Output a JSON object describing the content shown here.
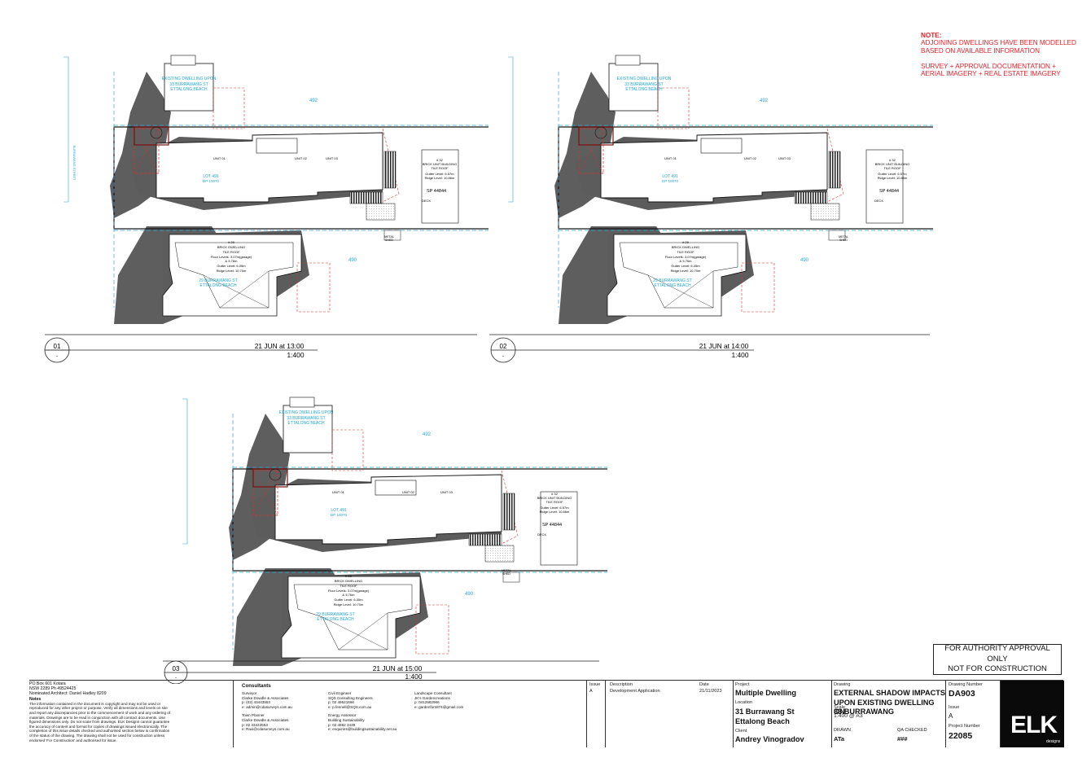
{
  "notes": {
    "heading": "NOTE",
    "line1": "ADJOINING DWELLINGS HAVE BEEN MODELLED",
    "line2": "BASED ON AVAILABLE INFORMATION",
    "line3": "SURVEY + APPROVAL DOCUMENTATION +",
    "line4": "AERIAL IMAGERY + REAL ESTATE IMAGERY"
  },
  "views": [
    {
      "number": "01",
      "title": "21 JUN at 13:00",
      "scale": "1:400"
    },
    {
      "number": "02",
      "title": "21 JUN at 14:00",
      "scale": "1:400"
    },
    {
      "number": "03",
      "title": "21 JUN at 15:00",
      "scale": "1:400"
    }
  ],
  "plan_labels": {
    "north_house_1": "EXISTING DWELLING UPON",
    "north_house_2": "33 BURRAWANG ST",
    "north_house_3": "ETTALONG BEACH",
    "north_lot": "492",
    "south_lot": "490",
    "unit1": "UNIT 01",
    "unit2": "UNIT 02",
    "unit3": "UNIT 03",
    "lot_a": "LOT 491",
    "lot_b": "DP 10070",
    "brick1": "# 32",
    "brick2": "BRICK UNIT BUILDING",
    "brick3": "TILE ROOF",
    "brick4": "Gutter Level: 6.57m",
    "brick5": "Ridge Level: 10.86m",
    "sp": "SP 44844",
    "deck": "DECK",
    "metal1": "METAL",
    "metal2": "SHED",
    "south1": "# 29",
    "south2": "BRICK DWELLING",
    "south3": "TILE ROOF",
    "south4": "Floor Levels: 3.07m(garage)",
    "south5": "& 5.76m",
    "south6": "Gutter Level: 6.05m",
    "south7": "Ridge Level: 10.70m",
    "south8": "29 BURRAWANG ST",
    "south9": "ETTALONG BEACH",
    "street": "BURRAWANG STREET"
  },
  "authority": {
    "line1": "FOR AUTHORITY APPROVAL ONLY",
    "line2": "NOT FOR CONSTRUCTION"
  },
  "title_block": {
    "address1": "PO Box 601 Kotara",
    "address2": "NSW 2289 Ph 49524425",
    "architect": "Nominated Architect: Daniel Hadley 8209",
    "notes_heading": "Notes",
    "notes_body": "The information contained in the document is copyright and may not be used or reproduced for any other project or purpose. Verify all dimensions and levels on site and report any discrepancies prior to the commencement of work and any ordering of materials. Drawings are to be read in conjunction with all contract documents. Use figured dimensions only. Do not scale from drawings. ELK Designs cannot guarantee the accuracy of content and format for copies of drawings issued electronically. The completion of this issue details checked and authorised section below is confirmation of the status of the drawing. The drawing shall not be used for construction unless endorsed 'For Construction' and authorised for issue.",
    "consultants_heading": "Consultants",
    "surveyor_role": "Surveyor",
    "surveyor_name": "Clarke Dowdle & Associates",
    "surveyor_p": "p: (02) 43443553",
    "surveyor_e": "e: admin@cdasurveys.com.au",
    "planner_role": "Town Planner",
    "planner_name": "Clarke Dowdle & Associates",
    "planner_p": "p: 02 43443553",
    "planner_e": "e: Ravi@cdasurveys.com.au",
    "civil_role": "Civil Engineer",
    "civil_name": "SQS Consulting Engineers",
    "civil_p": "p: 02 49521666",
    "civil_e": "e: p.fennell@SQS.com.au",
    "energy_role": "Energy Assessor",
    "energy_name": "Building Sustainability",
    "energy_p": "p: 02 4962 3439",
    "energy_e": "e: enquiries@buildingsustainability.net.au",
    "landscape_role": "Landscape Consultant",
    "landscape_name": "JK's Gardencreations",
    "landscape_p": "p: 0412582966",
    "landscape_e": "e: gardenfors874@gmail.com",
    "issue_head": "Issue",
    "desc_head": "Description",
    "date_head": "Date",
    "issue_val": "A",
    "desc_val": "Development Application",
    "date_val": "21/11/2023",
    "project_label": "Project",
    "project_val": "Multiple Dwelling",
    "location_label": "Location",
    "location_val1": "31 Burrawang St",
    "location_val2": "Ettalong Beach",
    "client_label": "Client",
    "client_val": "Andrey Vinogradov",
    "drawing_label": "Drawing",
    "drawing_val1": "EXTERNAL SHADOW IMPACTS",
    "drawing_val2": "UPON EXISTING DWELLING ON",
    "drawing_val3": "33 BURRAWANG",
    "scale_label": "Scale",
    "scale_val": "1:400 @ A3",
    "drawn_label": "DRAWN",
    "drawn_val": "ATa",
    "qa_label": "QA CHECKED",
    "qa_val": "###",
    "dnum_label": "Drawing Number",
    "dnum_val": "DA903",
    "issue_label": "Issue",
    "issue_val2": "A",
    "pnum_label": "Project Number",
    "pnum_val": "22085",
    "logo_text": "ELK",
    "logo_sub": "designs"
  }
}
